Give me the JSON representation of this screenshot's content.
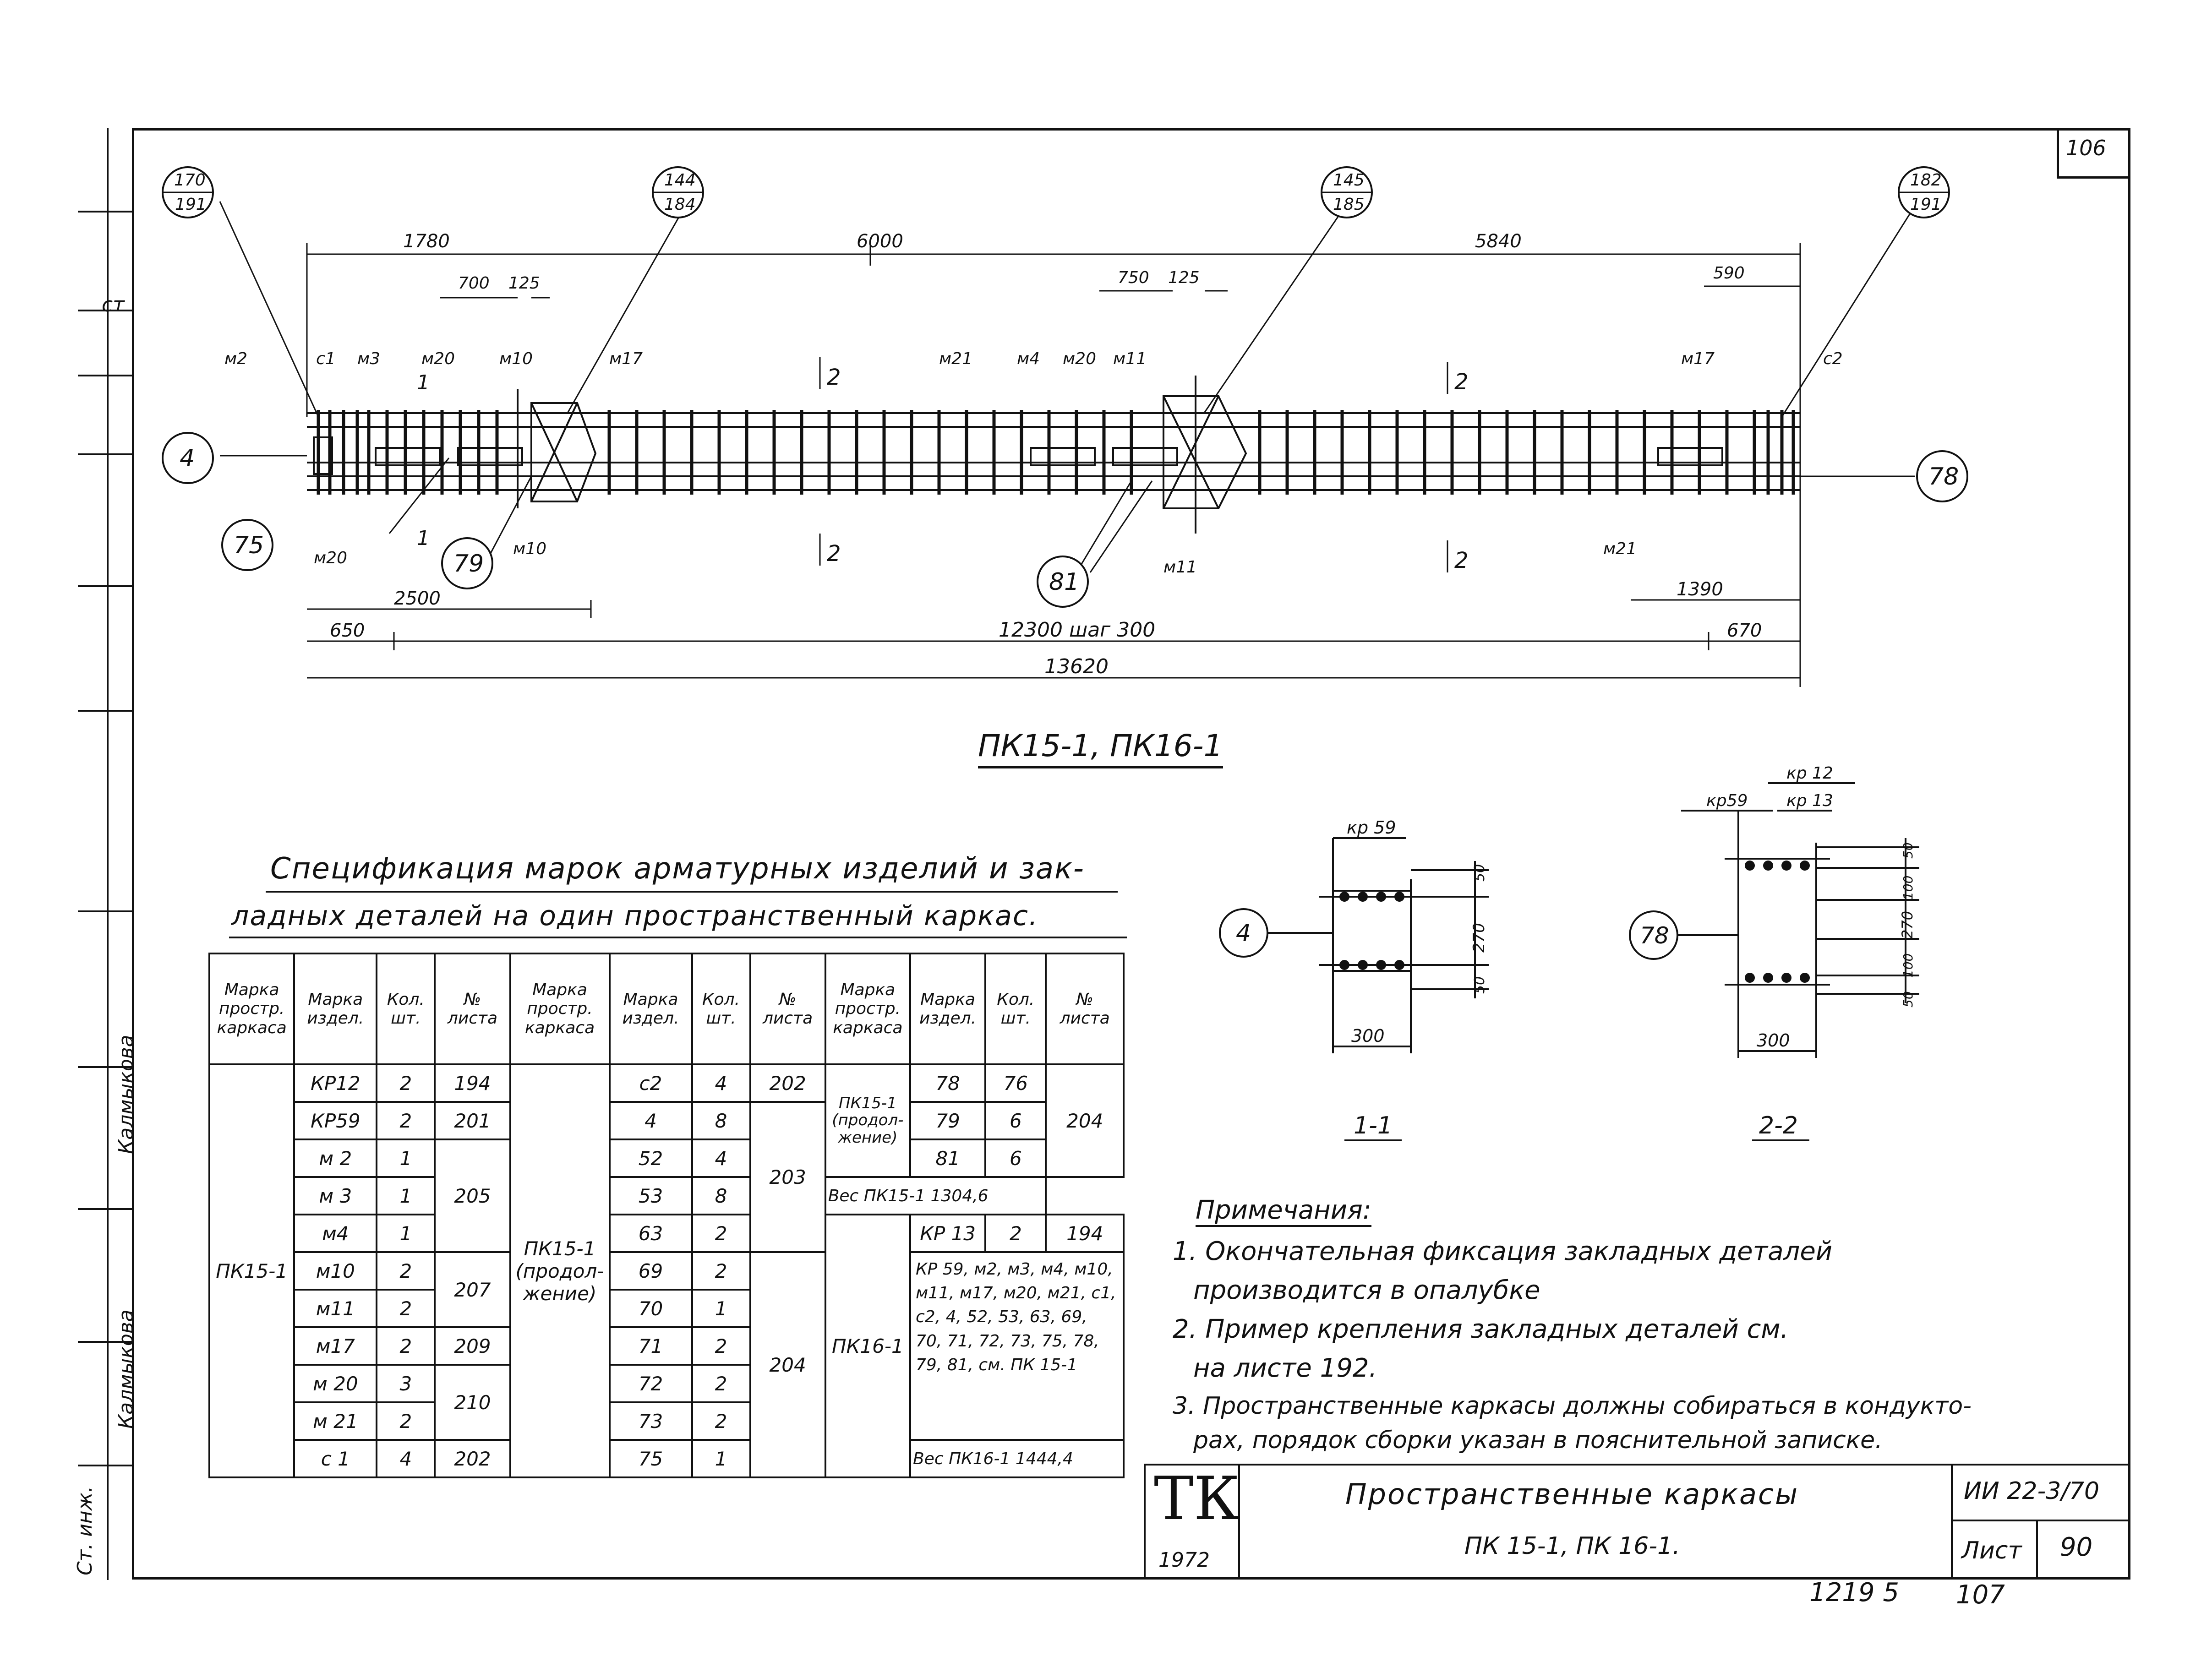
{
  "sheet": {
    "corner_number": "106",
    "bottom_numbers": [
      "1219 5",
      "107"
    ],
    "left_margin_labels": [
      "ст",
      "Калмыкова",
      "Ст. инж.",
      "Калмыкова"
    ]
  },
  "drawing": {
    "callouts": {
      "c170_191": [
        "170",
        "191"
      ],
      "c144_184": [
        "144",
        "184"
      ],
      "c145_185": [
        "145",
        "185"
      ],
      "c182_191": [
        "182",
        "191"
      ]
    },
    "markers": [
      "4",
      "75",
      "79",
      "81",
      "78"
    ],
    "dims_top": [
      "1780",
      "6000",
      "5840",
      "700",
      "125",
      "750",
      "125",
      "590"
    ],
    "dims_bottom": [
      "2500",
      "1390",
      "650",
      "12300 шаг 300",
      "670",
      "13620"
    ],
    "parts_top": [
      "м2",
      "с1",
      "м3",
      "м20",
      "м10",
      "м17",
      "м21",
      "м4",
      "м20",
      "м11",
      "м17",
      "с2"
    ],
    "parts_bottom": [
      "м20",
      "м10",
      "м11",
      "м21"
    ],
    "section_marks": [
      "1",
      "1",
      "2",
      "2",
      "2",
      "2"
    ],
    "caption": "ПК15-1, ПК16-1"
  },
  "sections": {
    "s1": {
      "label": "1-1",
      "marker": "4",
      "top": "кр 59",
      "dims": [
        "50",
        "270",
        "50"
      ],
      "width": "300"
    },
    "s2": {
      "label": "2-2",
      "marker": "78",
      "top": [
        "кр 12",
        "кр59",
        "кр 13"
      ],
      "dims": [
        "50",
        "100",
        "270",
        "100",
        "50"
      ],
      "width": "300"
    }
  },
  "spec": {
    "title_line1": "Спецификация марок арматурных изделий и зак-",
    "title_line2": "ладных деталей на один пространственный каркас.",
    "headers": [
      "Марка простр. каркаса",
      "Марка издел.",
      "Кол. шт.",
      "№ листа"
    ],
    "col1": {
      "frame": "ПК15-1",
      "rows": [
        [
          "КР12",
          "2",
          "194"
        ],
        [
          "КР59",
          "2",
          "201"
        ],
        [
          "м 2",
          "1",
          ""
        ],
        [
          "м 3",
          "1",
          "205"
        ],
        [
          "м4",
          "1",
          ""
        ],
        [
          "м10",
          "2",
          "207"
        ],
        [
          "м11",
          "2",
          ""
        ],
        [
          "м17",
          "2",
          "209"
        ],
        [
          "м 20",
          "3",
          "210"
        ],
        [
          "м 21",
          "2",
          ""
        ],
        [
          "с 1",
          "4",
          "202"
        ]
      ]
    },
    "col2": {
      "frame": "ПК15-1 (продол- жение)",
      "rows": [
        [
          "с2",
          "4",
          "202"
        ],
        [
          "4",
          "8",
          ""
        ],
        [
          "52",
          "4",
          "203"
        ],
        [
          "53",
          "8",
          ""
        ],
        [
          "63",
          "2",
          ""
        ],
        [
          "69",
          "2",
          ""
        ],
        [
          "70",
          "1",
          ""
        ],
        [
          "71",
          "2",
          "204"
        ],
        [
          "72",
          "2",
          ""
        ],
        [
          "73",
          "2",
          ""
        ],
        [
          "75",
          "1",
          ""
        ]
      ]
    },
    "col3": {
      "frame1": "ПК15-1 (продол- жение)",
      "rows": [
        [
          "78",
          "76"
        ],
        [
          "79",
          "6"
        ],
        [
          "81",
          "6"
        ]
      ],
      "sheet_204": "204",
      "weight1": "Вес ПК15-1   1304,6",
      "frame2": "ПК16-1",
      "kr13": [
        "КР 13",
        "2",
        "194"
      ],
      "list": "КР 59, м2, м3, м4, м10, м11, м17, м20, м21, с1, с2, 4, 52, 53, 63, 69, 70, 71, 72, 73, 75, 78, 79, 81, см. ПК 15-1",
      "weight2": "Вес ПК16-1   1444,4"
    }
  },
  "notes": {
    "heading": "Примечания:",
    "items": [
      "1. Окончательная фиксация закладных деталей",
      "производится в опалубке",
      "2. Пример крепления закладных деталей см.",
      "на листе 192.",
      "3. Пространственные каркасы должны собираться в кондукто-",
      "рах, порядок сборки указан в пояснительной записке."
    ]
  },
  "title_block": {
    "logo": "ТК",
    "year": "1972",
    "title": "Пространственные каркасы",
    "subtitle": "ПК 15-1, ПК 16-1.",
    "series": "ИИ 22-3/70",
    "sheet_label": "Лист",
    "sheet_no": "90"
  }
}
